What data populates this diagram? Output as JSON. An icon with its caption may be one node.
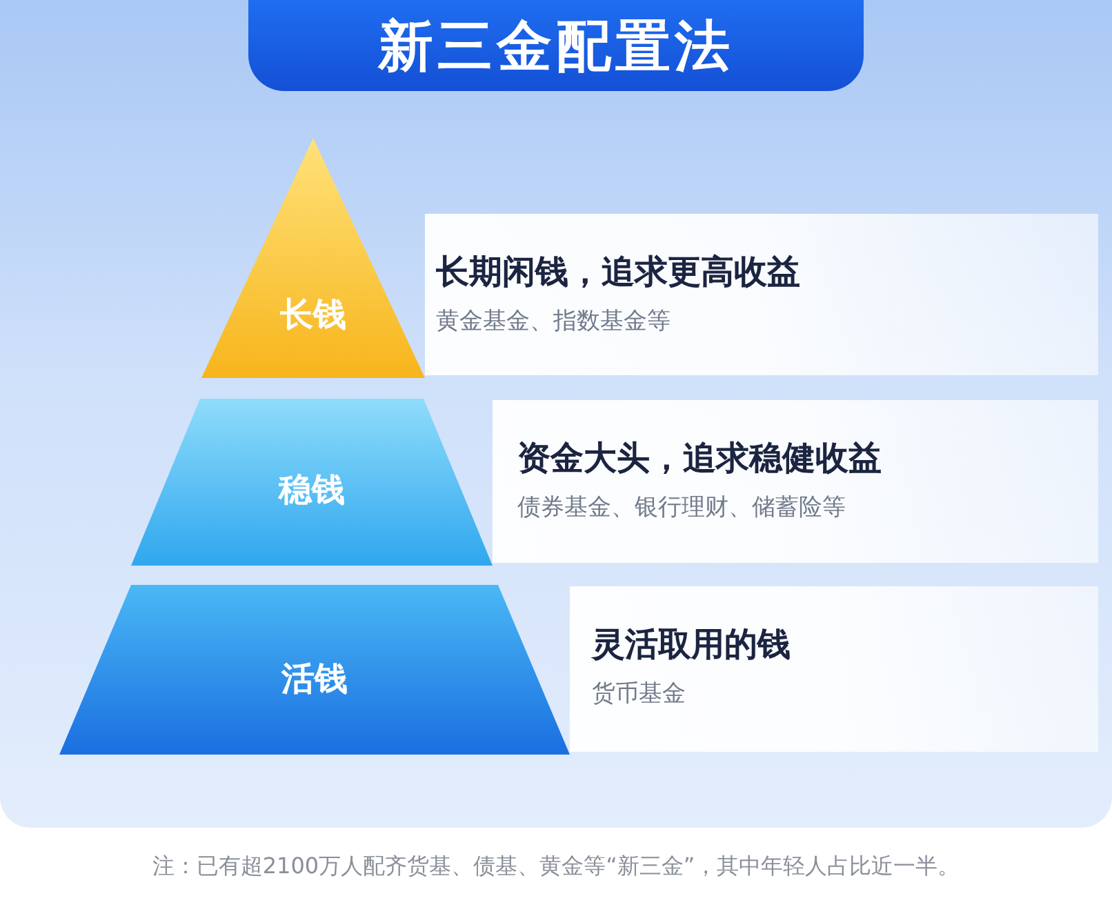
{
  "diagram": {
    "title": "新三金配置法",
    "nodes": [
      {
        "text": [
          "长钱"
        ]
      },
      {
        "text": [
          "长期闲钱，追求更高收益",
          "黄金基金、指数基金等"
        ]
      },
      {
        "text": [
          "稳钱"
        ]
      },
      {
        "text": [
          "资金大头，追求稳健收益",
          "债券基金、银行理财、储蓄险等"
        ]
      },
      {
        "text": [
          "活钱"
        ]
      },
      {
        "text": [
          "灵活取用的钱",
          "货币基金"
        ]
      }
    ],
    "caption": "注：已有超2100万人配齐货基、债基、黄金等“新三金”，其中年轻人占比近一半。"
  }
}
